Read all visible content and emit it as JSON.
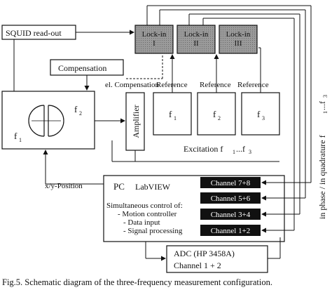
{
  "diagram": {
    "squid_label": "SQUID read-out",
    "compensation_label": "Compensation",
    "lockin_labels": [
      "Lock-in\nI",
      "Lock-in\nII",
      "Lock-in\nIII"
    ],
    "el_compensation_label": "el. Compensation",
    "reference_label": "Reference",
    "amplifier_label": "Amplifier",
    "freq_f1": "f",
    "freq_f2": "f",
    "freq_f3": "f",
    "sub_1": "1",
    "sub_2": "2",
    "sub_3": "3",
    "sample_f1": "f",
    "sample_f2": "f",
    "excitation_label": "Excitation f",
    "excitation_range": "...f",
    "position_label": "x/y-Position",
    "pc_label": "PC",
    "labview_label": "LabVIEW",
    "control_title": "Simultaneous control of:",
    "control_items": [
      "- Motion controller",
      "- Data input",
      "- Signal processing"
    ],
    "channels": [
      "Channel 7+8",
      "Channel 5+6",
      "Channel 3+4",
      "Channel 1+2"
    ],
    "adc_title": "ADC (HP 3458A)",
    "adc_channel": "Channel 1 + 2",
    "side_label": "in phase / in quadrature f",
    "side_range": "...f",
    "caption": "Fig.5. Schematic diagram of the three-frequency measurement configuration."
  }
}
